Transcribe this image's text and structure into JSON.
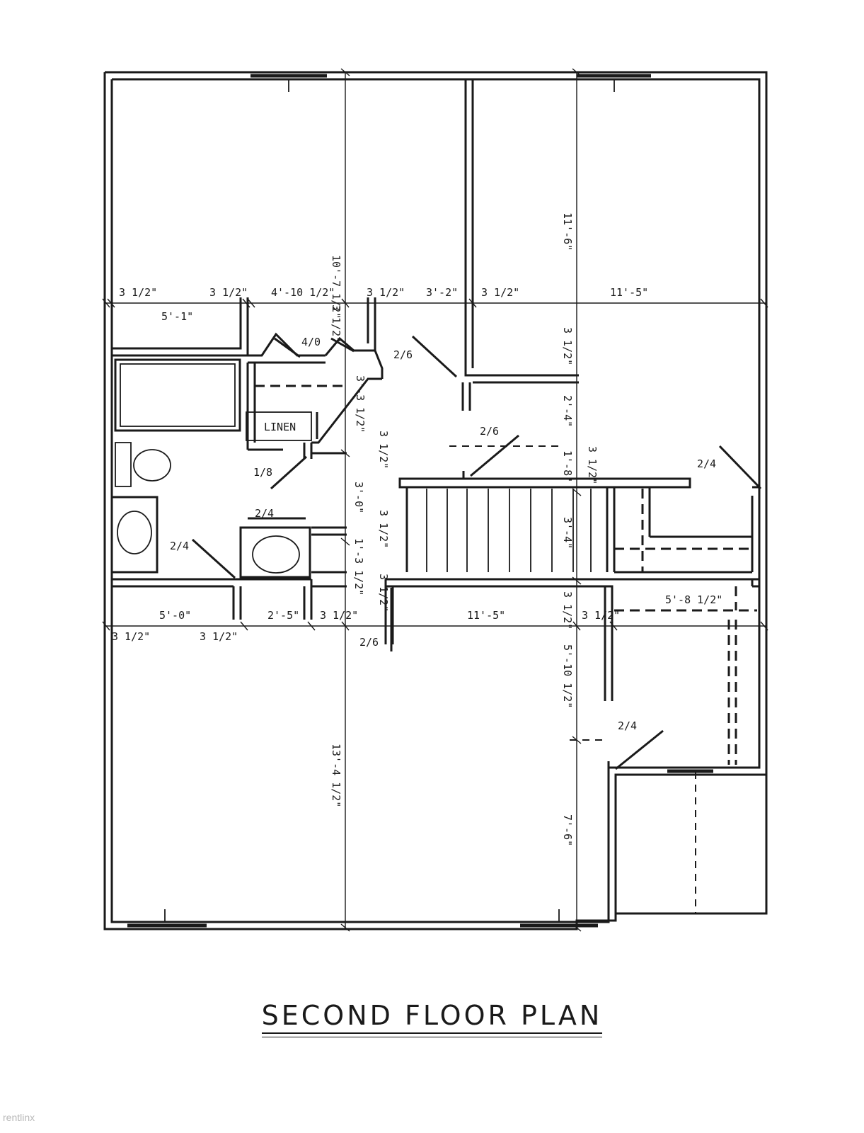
{
  "title": "SECOND FLOOR PLAN",
  "watermark": "rentlinx",
  "labels": {
    "linen": "LINEN",
    "dim_v_top_left": "10'-7 1/2\"",
    "dim_v_top_right": "11'-6\"",
    "dim_v_bottom_left": "13'-4 1/2\"",
    "dim_v_bottom_right_1": "5'-10 1/2\"",
    "dim_v_bottom_right_2": "7'-6\"",
    "dim_v_mid_1": "3 1/2\"",
    "dim_v_mid_2": "3'-3 1/2\"",
    "dim_v_mid_3": "3 1/2\"",
    "dim_v_mid_4": "3'-0\"",
    "dim_v_mid_5": "3 1/2\"",
    "dim_v_mid_6": "1'-3 1/2\"",
    "dim_v_mid_7": "3 1/2\"",
    "dim_v_right_1": "3 1/2\"",
    "dim_v_right_2": "2'-4\"",
    "dim_v_right_3": "1'-8\"",
    "dim_v_right_4": "3 1/2\"",
    "dim_v_right_5": "3'-4\"",
    "dim_v_right_6": "3 1/2\"",
    "dim_h_top_1": "3 1/2\"",
    "dim_h_top_2": "3 1/2\"",
    "dim_h_top_3": "4'-10 1/2\"",
    "dim_h_top_4": "3 1/2\"",
    "dim_h_top_5": "3'-2\"",
    "dim_h_top_6": "3 1/2\"",
    "dim_h_top_7": "11'-5\"",
    "dim_h_5_1": "5'-1\"",
    "dim_h_mid_1": "5'-0\"",
    "dim_h_mid_2": "2'-5\"",
    "dim_h_mid_3": "3 1/2\"",
    "dim_h_mid_4": "11'-5\"",
    "dim_h_mid_5": "3 1/2\"",
    "dim_h_mid_6": "5'-8 1/2\"",
    "dim_h_low_1": "3 1/2\"",
    "dim_h_low_2": "3 1/2\"",
    "door_4_0": "4/0",
    "door_2_6_a": "2/6",
    "door_2_6_b": "2/6",
    "door_2_6_c": "2/6",
    "door_2_4_a": "2/4",
    "door_2_4_b": "2/4",
    "door_2_4_c": "2/4",
    "door_2_4_d": "2/4",
    "door_1_8": "1/8"
  }
}
